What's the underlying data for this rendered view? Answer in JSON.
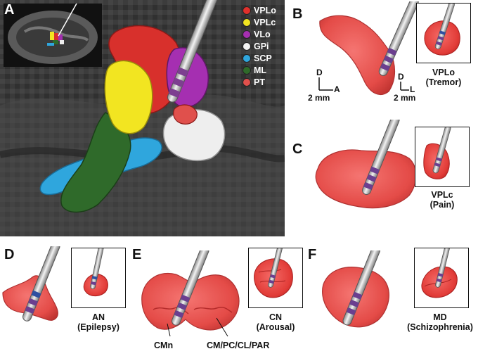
{
  "panels": {
    "a": {
      "letter": "A"
    },
    "b": {
      "letter": "B",
      "target": "VPLo",
      "indication": "(Tremor)"
    },
    "c": {
      "letter": "C",
      "target": "VPLc",
      "indication": "(Pain)"
    },
    "d": {
      "letter": "D",
      "target": "AN",
      "indication": "(Epilepsy)"
    },
    "e": {
      "letter": "E",
      "target": "CN",
      "indication": "(Arousal)",
      "label_left": "CMn",
      "label_right": "CM/PC/CL/PAR"
    },
    "f": {
      "letter": "F",
      "target": "MD",
      "indication": "(Schizophrenia)"
    }
  },
  "legend": [
    {
      "label": "VPLo",
      "color": "#e0302c"
    },
    {
      "label": "VPLc",
      "color": "#f2e521"
    },
    {
      "label": "VLo",
      "color": "#a52fb1"
    },
    {
      "label": "GPi",
      "color": "#f4f4f4"
    },
    {
      "label": "SCP",
      "color": "#2fa6dd"
    },
    {
      "label": "ML",
      "color": "#2f6a2a"
    },
    {
      "label": "PT",
      "color": "#e0504c"
    }
  ],
  "axes": {
    "sagittal": {
      "up": "D",
      "right": "A",
      "scale": "2 mm"
    },
    "coronal": {
      "up": "D",
      "right": "L",
      "scale": "2 mm"
    }
  }
}
